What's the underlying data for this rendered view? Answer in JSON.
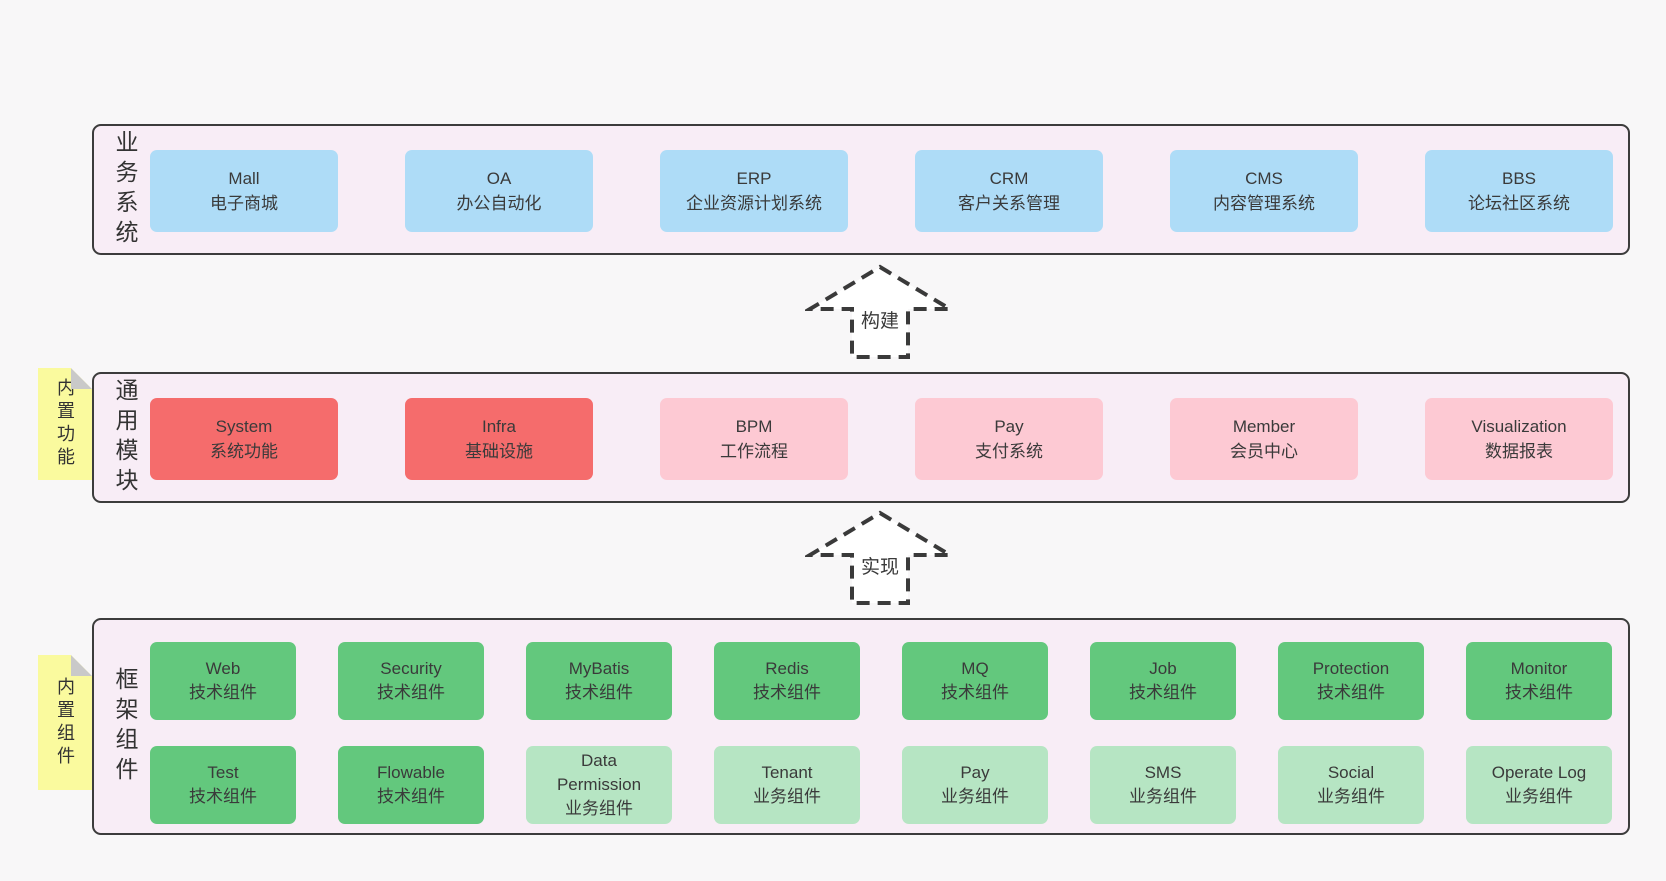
{
  "palette": {
    "page_bg": "#f8f7f8",
    "panel_bg": "#f8edf6",
    "panel_border": "#3c3c3c",
    "blue": "#aedcf7",
    "red": "#f56c6c",
    "pink": "#fdc9d3",
    "green": "#63c87d",
    "light_green": "#b6e5c3",
    "sticky_yellow": "#fafa9e",
    "text": "#3a3a3b"
  },
  "arrows": [
    {
      "label": "构建"
    },
    {
      "label": "实现"
    }
  ],
  "sections": {
    "business": {
      "label": "业务系统",
      "items": [
        {
          "name": "Mall",
          "desc": "电子商城"
        },
        {
          "name": "OA",
          "desc": "办公自动化"
        },
        {
          "name": "ERP",
          "desc": "企业资源计划系统"
        },
        {
          "name": "CRM",
          "desc": "客户关系管理"
        },
        {
          "name": "CMS",
          "desc": "内容管理系统"
        },
        {
          "name": "BBS",
          "desc": "论坛社区系统"
        }
      ]
    },
    "modules": {
      "label": "通用模块",
      "sticky": "内置功能",
      "items": [
        {
          "name": "System",
          "desc": "系统功能"
        },
        {
          "name": "Infra",
          "desc": "基础设施"
        },
        {
          "name": "BPM",
          "desc": "工作流程"
        },
        {
          "name": "Pay",
          "desc": "支付系统"
        },
        {
          "name": "Member",
          "desc": "会员中心"
        },
        {
          "name": "Visualization",
          "desc": "数据报表"
        }
      ]
    },
    "components": {
      "label": "框架组件",
      "sticky": "内置组件",
      "row1": [
        {
          "name": "Web",
          "desc": "技术组件"
        },
        {
          "name": "Security",
          "desc": "技术组件"
        },
        {
          "name": "MyBatis",
          "desc": "技术组件"
        },
        {
          "name": "Redis",
          "desc": "技术组件"
        },
        {
          "name": "MQ",
          "desc": "技术组件"
        },
        {
          "name": "Job",
          "desc": "技术组件"
        },
        {
          "name": "Protection",
          "desc": "技术组件"
        },
        {
          "name": "Monitor",
          "desc": "技术组件"
        }
      ],
      "row2": [
        {
          "name": "Test",
          "desc": "技术组件"
        },
        {
          "name": "Flowable",
          "desc": "技术组件"
        },
        {
          "name": "Data Permission",
          "desc": "业务组件"
        },
        {
          "name": "Tenant",
          "desc": "业务组件"
        },
        {
          "name": "Pay",
          "desc": "业务组件"
        },
        {
          "name": "SMS",
          "desc": "业务组件"
        },
        {
          "name": "Social",
          "desc": "业务组件"
        },
        {
          "name": "Operate Log",
          "desc": "业务组件"
        }
      ]
    }
  }
}
